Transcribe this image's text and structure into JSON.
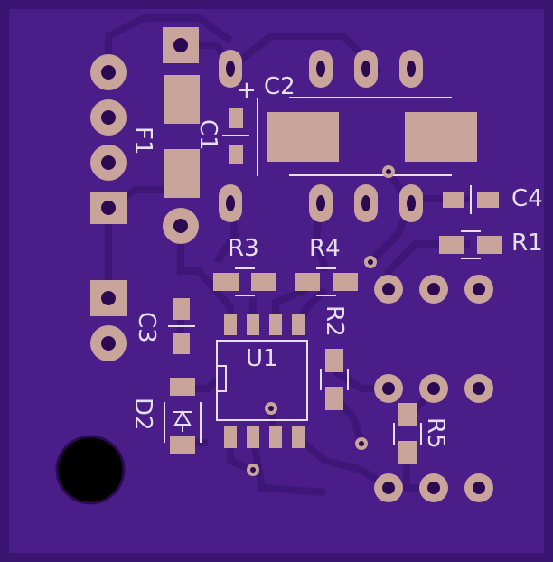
{
  "board": {
    "colors": {
      "substrate": "#3a1470",
      "copper": "#4a1d88",
      "trace": "#3d1678",
      "pad": "#c9a49b",
      "hole": "#2b0a52",
      "silkscreen": "#e6dff0",
      "mount_hole": "#000000"
    }
  },
  "labels": {
    "c1": "C1",
    "c2": "C2",
    "c3": "C3",
    "c4": "C4",
    "f1": "F1",
    "r1": "R1",
    "r2": "R2",
    "r3": "R3",
    "r4": "R4",
    "r5": "R5",
    "u1": "U1",
    "d2": "D2",
    "plus": "+"
  }
}
